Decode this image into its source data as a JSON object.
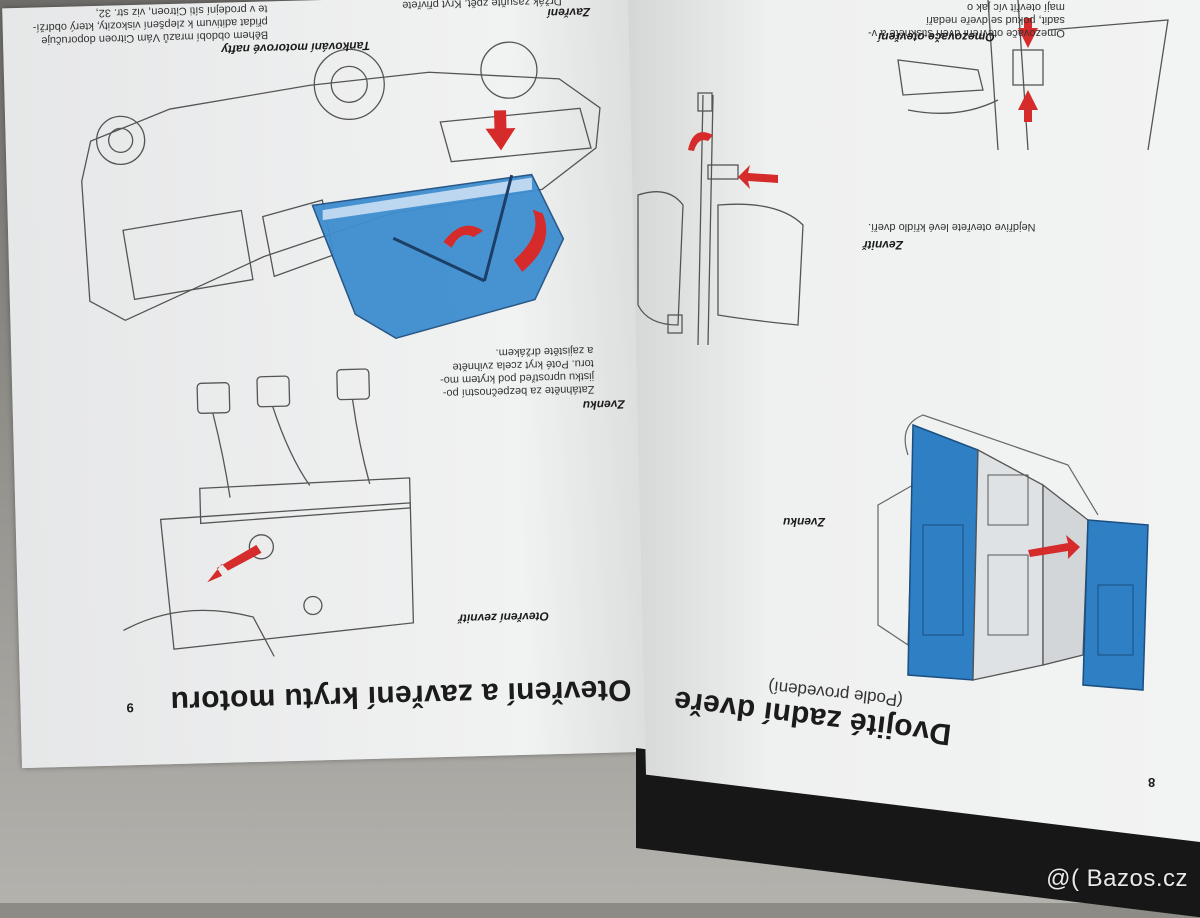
{
  "left_page": {
    "title": "Otevření a zavření krytu motoru",
    "page_number": "9",
    "label_inside": "Otevření zevnitř",
    "label_outside": "Zvenku",
    "text_outside": "Zatáhněte za bezpečnostní po-\njistku uprostřed pod krytem mo-\ntoru. Poté kryt zcela zvihněte\na zajistěte držákem.",
    "label_close": "Zavření",
    "text_close": "Držák zasuňte zpět. Kryt přivřete",
    "label_fuel": "Tankování motorové nafty",
    "text_fuel": "Během období mrazů Vám Citroen doporučuje\npřidat aditivum k zlepšení viskozity, který obdrží-\nte v prodejní síti Citroen, viz str. 32,"
  },
  "right_page": {
    "title": "Dvojité zadní dveře",
    "subtitle": "(Podle provedení)",
    "page_number": "8",
    "label_outside": "Zvenku",
    "label_inside": "Zevnitř",
    "text_inside": "Nejdříve otevřete levé křídlo dveří.",
    "label_limit": "Omezovače otevření",
    "text_limit": "Omezovače otevření dveří stiskněte a v-\nsadit, pokud se dveře nedaří\nmají otevřít víc jak o"
  },
  "watermark": "Bazos.cz",
  "colors": {
    "accent_blue": "#2f7fc4",
    "arrow_red": "#d62b2b",
    "page": "#eeeff0"
  }
}
